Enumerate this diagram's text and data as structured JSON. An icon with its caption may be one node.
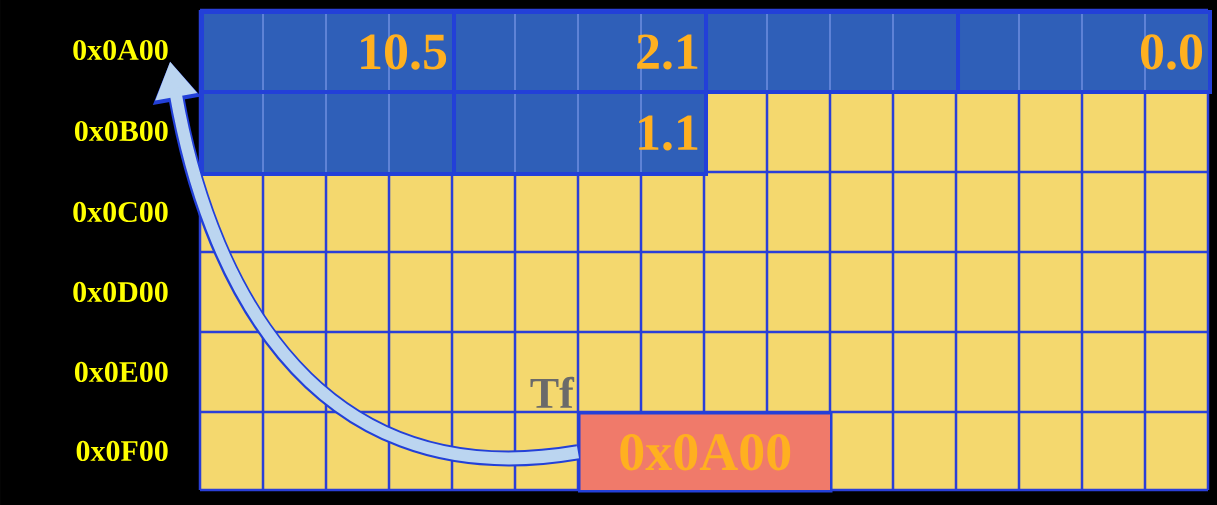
{
  "diagram": {
    "nodes": [
      {
        "text": [
          "0x0A00"
        ]
      },
      {
        "text": [
          "10.5"
        ]
      },
      {
        "text": [
          "2.1"
        ]
      },
      {
        "text": [],
        "shape": "box"
      },
      {
        "text": [
          "0.0"
        ]
      },
      {
        "text": [],
        "shape": "box"
      },
      {
        "text": [
          "1.1"
        ]
      },
      {
        "text": [
          "0x0A00"
        ],
        "beside": [
          "Tf"
        ]
      }
    ],
    "edges": [
      {
        "from": 7,
        "to": 0,
        "arrow": "to"
      }
    ],
    "labels": [
      "0x0B00",
      "0x0C00",
      "0x0D00",
      "0x0E00",
      "0x0F00"
    ]
  }
}
